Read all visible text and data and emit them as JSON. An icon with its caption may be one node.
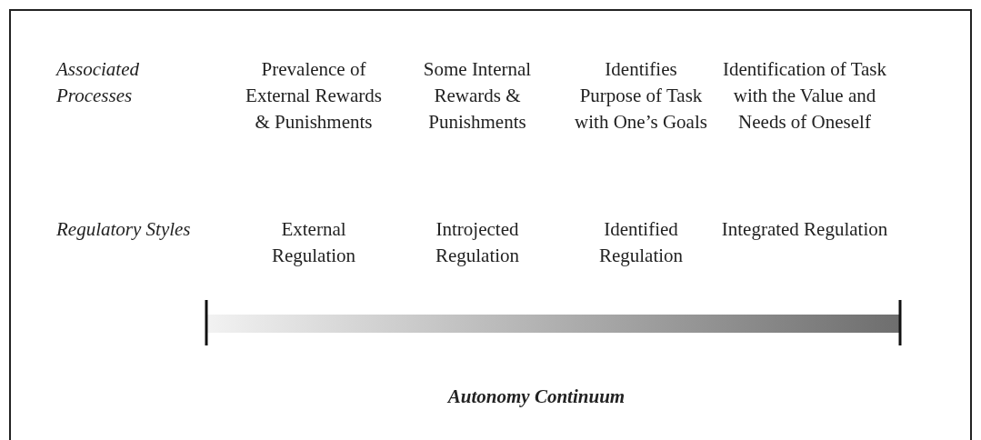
{
  "diagram": {
    "caption": "Autonomy Continuum",
    "labels": [
      "Associated Processes",
      "Prevalence of External Rewards & Punishments",
      "Some Internal Rewards & Punishments",
      "Identifies Purpose of Task with One’s Goals",
      "Identification of Task with the Value and Needs of Oneself",
      "Regulatory Styles",
      "External Regulation",
      "Introjected Regulation",
      "Identified Regulation",
      "Integrated Regulation"
    ]
  }
}
